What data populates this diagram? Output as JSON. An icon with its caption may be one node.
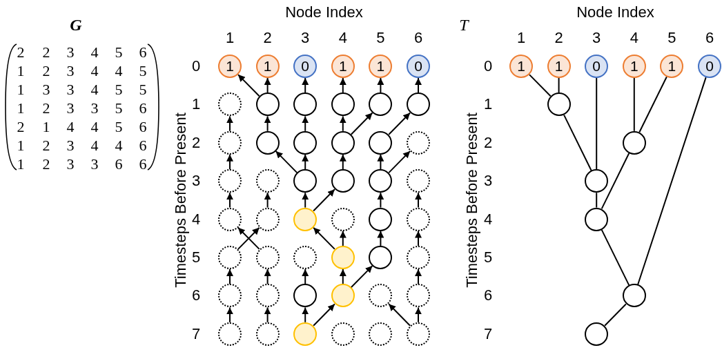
{
  "diagram": {
    "nodes": [
      {
        "text": [
          "1"
        ]
      },
      {
        "text": [
          "1"
        ]
      },
      {
        "text": [
          "0"
        ]
      },
      {
        "text": [
          "1"
        ]
      },
      {
        "text": [
          "1"
        ]
      },
      {
        "text": [
          "0"
        ]
      },
      {
        "text": [],
        "shape": "circle"
      },
      {
        "text": [],
        "shape": "circle"
      },
      {
        "text": [],
        "shape": "circle"
      },
      {
        "text": [],
        "shape": "circle"
      },
      {
        "text": [],
        "shape": "circle"
      },
      {
        "text": [],
        "shape": "circle"
      },
      {
        "text": [],
        "shape": "circle"
      },
      {
        "text": [],
        "shape": "circle"
      },
      {
        "text": [],
        "shape": "circle"
      },
      {
        "text": [],
        "shape": "circle"
      },
      {
        "text": [],
        "shape": "circle"
      },
      {
        "text": [],
        "shape": "circle"
      },
      {
        "text": [],
        "shape": "circle"
      },
      {
        "text": [],
        "shape": "circle"
      },
      {
        "text": [],
        "shape": "circle"
      },
      {
        "text": [],
        "shape": "circle"
      },
      {
        "text": [],
        "shape": "circle"
      },
      {
        "text": [],
        "shape": "circle"
      },
      {
        "text": [],
        "shape": "circle"
      },
      {
        "text": [],
        "shape": "circle"
      },
      {
        "text": [],
        "shape": "circle"
      },
      {
        "text": [],
        "shape": "circle"
      },
      {
        "text": [],
        "shape": "circle"
      },
      {
        "text": [],
        "shape": "circle"
      },
      {
        "text": [],
        "shape": "circle"
      },
      {
        "text": [],
        "shape": "circle"
      },
      {
        "text": [],
        "shape": "circle"
      },
      {
        "text": [],
        "shape": "circle"
      },
      {
        "text": [],
        "shape": "circle"
      },
      {
        "text": [],
        "shape": "circle"
      },
      {
        "text": [],
        "shape": "circle"
      },
      {
        "text": [],
        "shape": "circle"
      },
      {
        "text": [],
        "shape": "circle"
      },
      {
        "text": [],
        "shape": "circle"
      },
      {
        "text": [],
        "shape": "circle"
      },
      {
        "text": [],
        "shape": "circle"
      },
      {
        "text": [],
        "shape": "circle"
      },
      {
        "text": [],
        "shape": "circle"
      },
      {
        "text": [],
        "shape": "circle"
      },
      {
        "text": [],
        "shape": "circle"
      },
      {
        "text": [],
        "shape": "circle"
      },
      {
        "text": [],
        "shape": "circle"
      },
      {
        "text": [
          "1"
        ]
      },
      {
        "text": [
          "1"
        ]
      },
      {
        "text": [
          "0"
        ]
      },
      {
        "text": [
          "1"
        ]
      },
      {
        "text": [
          "1"
        ]
      },
      {
        "text": [
          "0"
        ]
      },
      {
        "text": [],
        "shape": "circle"
      },
      {
        "text": [],
        "shape": "circle"
      },
      {
        "text": [],
        "shape": "circle"
      },
      {
        "text": [],
        "shape": "circle"
      },
      {
        "text": [],
        "shape": "circle"
      },
      {
        "text": [],
        "shape": "circle"
      }
    ],
    "edges": [
      {
        "from": 7,
        "to": 0,
        "arrow": "to"
      },
      {
        "from": 7,
        "to": 1,
        "arrow": "to"
      },
      {
        "from": 8,
        "to": 2,
        "arrow": "to"
      },
      {
        "from": 9,
        "to": 3,
        "arrow": "to"
      },
      {
        "from": 10,
        "to": 4,
        "arrow": "to"
      },
      {
        "from": 11,
        "to": 5,
        "arrow": "to"
      },
      {
        "from": 12,
        "to": 6,
        "arrow": "to"
      },
      {
        "from": 13,
        "to": 7,
        "arrow": "to"
      },
      {
        "from": 14,
        "to": 8,
        "arrow": "to"
      },
      {
        "from": 15,
        "to": 9,
        "arrow": "to"
      },
      {
        "from": 15,
        "to": 10,
        "arrow": "to"
      },
      {
        "from": 16,
        "to": 11,
        "arrow": "to"
      },
      {
        "from": 18,
        "to": 12,
        "arrow": "to"
      },
      {
        "from": 20,
        "to": 13,
        "arrow": "to"
      },
      {
        "from": 20,
        "to": 14,
        "arrow": "to"
      },
      {
        "from": 21,
        "to": 15,
        "arrow": "to"
      },
      {
        "from": 22,
        "to": 16,
        "arrow": "to"
      },
      {
        "from": 22,
        "to": 17,
        "arrow": "to"
      },
      {
        "from": 24,
        "to": 18,
        "arrow": "to"
      },
      {
        "from": 25,
        "to": 19,
        "arrow": "to"
      },
      {
        "from": 26,
        "to": 20,
        "arrow": "to"
      },
      {
        "from": 26,
        "to": 21,
        "arrow": "to"
      },
      {
        "from": 28,
        "to": 22,
        "arrow": "to"
      },
      {
        "from": 29,
        "to": 23,
        "arrow": "to"
      },
      {
        "from": 31,
        "to": 24,
        "arrow": "to"
      },
      {
        "from": 30,
        "to": 25,
        "arrow": "to"
      },
      {
        "from": 33,
        "to": 26,
        "arrow": "to"
      },
      {
        "from": 33,
        "to": 27,
        "arrow": "to"
      },
      {
        "from": 34,
        "to": 28,
        "arrow": "to"
      },
      {
        "from": 35,
        "to": 29,
        "arrow": "to"
      },
      {
        "from": 36,
        "to": 30,
        "arrow": "to"
      },
      {
        "from": 37,
        "to": 31,
        "arrow": "to"
      },
      {
        "from": 38,
        "to": 32,
        "arrow": "to"
      },
      {
        "from": 39,
        "to": 33,
        "arrow": "to"
      },
      {
        "from": 39,
        "to": 34,
        "arrow": "to"
      },
      {
        "from": 41,
        "to": 35,
        "arrow": "to"
      },
      {
        "from": 42,
        "to": 36,
        "arrow": "to"
      },
      {
        "from": 43,
        "to": 37,
        "arrow": "to"
      },
      {
        "from": 44,
        "to": 38,
        "arrow": "to"
      },
      {
        "from": 44,
        "to": 39,
        "arrow": "to"
      },
      {
        "from": 47,
        "to": 40,
        "arrow": "to"
      },
      {
        "from": 47,
        "to": 41,
        "arrow": "to"
      },
      {
        "from": 48,
        "to": 54,
        "arrow": "none"
      },
      {
        "from": 49,
        "to": 54,
        "arrow": "none"
      },
      {
        "from": 50,
        "to": 56,
        "arrow": "none"
      },
      {
        "from": 51,
        "to": 55,
        "arrow": "none"
      },
      {
        "from": 52,
        "to": 55,
        "arrow": "none"
      },
      {
        "from": 53,
        "to": 58,
        "arrow": "none"
      },
      {
        "from": 54,
        "to": 56,
        "arrow": "none"
      },
      {
        "from": 56,
        "to": 57,
        "arrow": "none"
      },
      {
        "from": 55,
        "to": 57,
        "arrow": "none"
      },
      {
        "from": 57,
        "to": 58,
        "arrow": "none"
      },
      {
        "from": 58,
        "to": 59,
        "arrow": "none"
      }
    ],
    "labels": [
      "G",
      "2",
      "2",
      "3",
      "4",
      "5",
      "6",
      "1",
      "2",
      "3",
      "4",
      "4",
      "5",
      "1",
      "3",
      "3",
      "4",
      "5",
      "5",
      "1",
      "2",
      "3",
      "3",
      "5",
      "6",
      "2",
      "1",
      "4",
      "4",
      "5",
      "6",
      "1",
      "2",
      "3",
      "4",
      "4",
      "6",
      "1",
      "2",
      "3",
      "3",
      "6",
      "6",
      "Node Index",
      "1",
      "2",
      "3",
      "4",
      "5",
      "6",
      "0",
      "1",
      "2",
      "3",
      "4",
      "5",
      "6",
      "7",
      "Timesteps Before Present",
      "T",
      "Node Index",
      "1",
      "2",
      "3",
      "4",
      "5",
      "6",
      "0",
      "1",
      "2",
      "3",
      "4",
      "5",
      "6",
      "7",
      "Timesteps Before Present"
    ]
  }
}
